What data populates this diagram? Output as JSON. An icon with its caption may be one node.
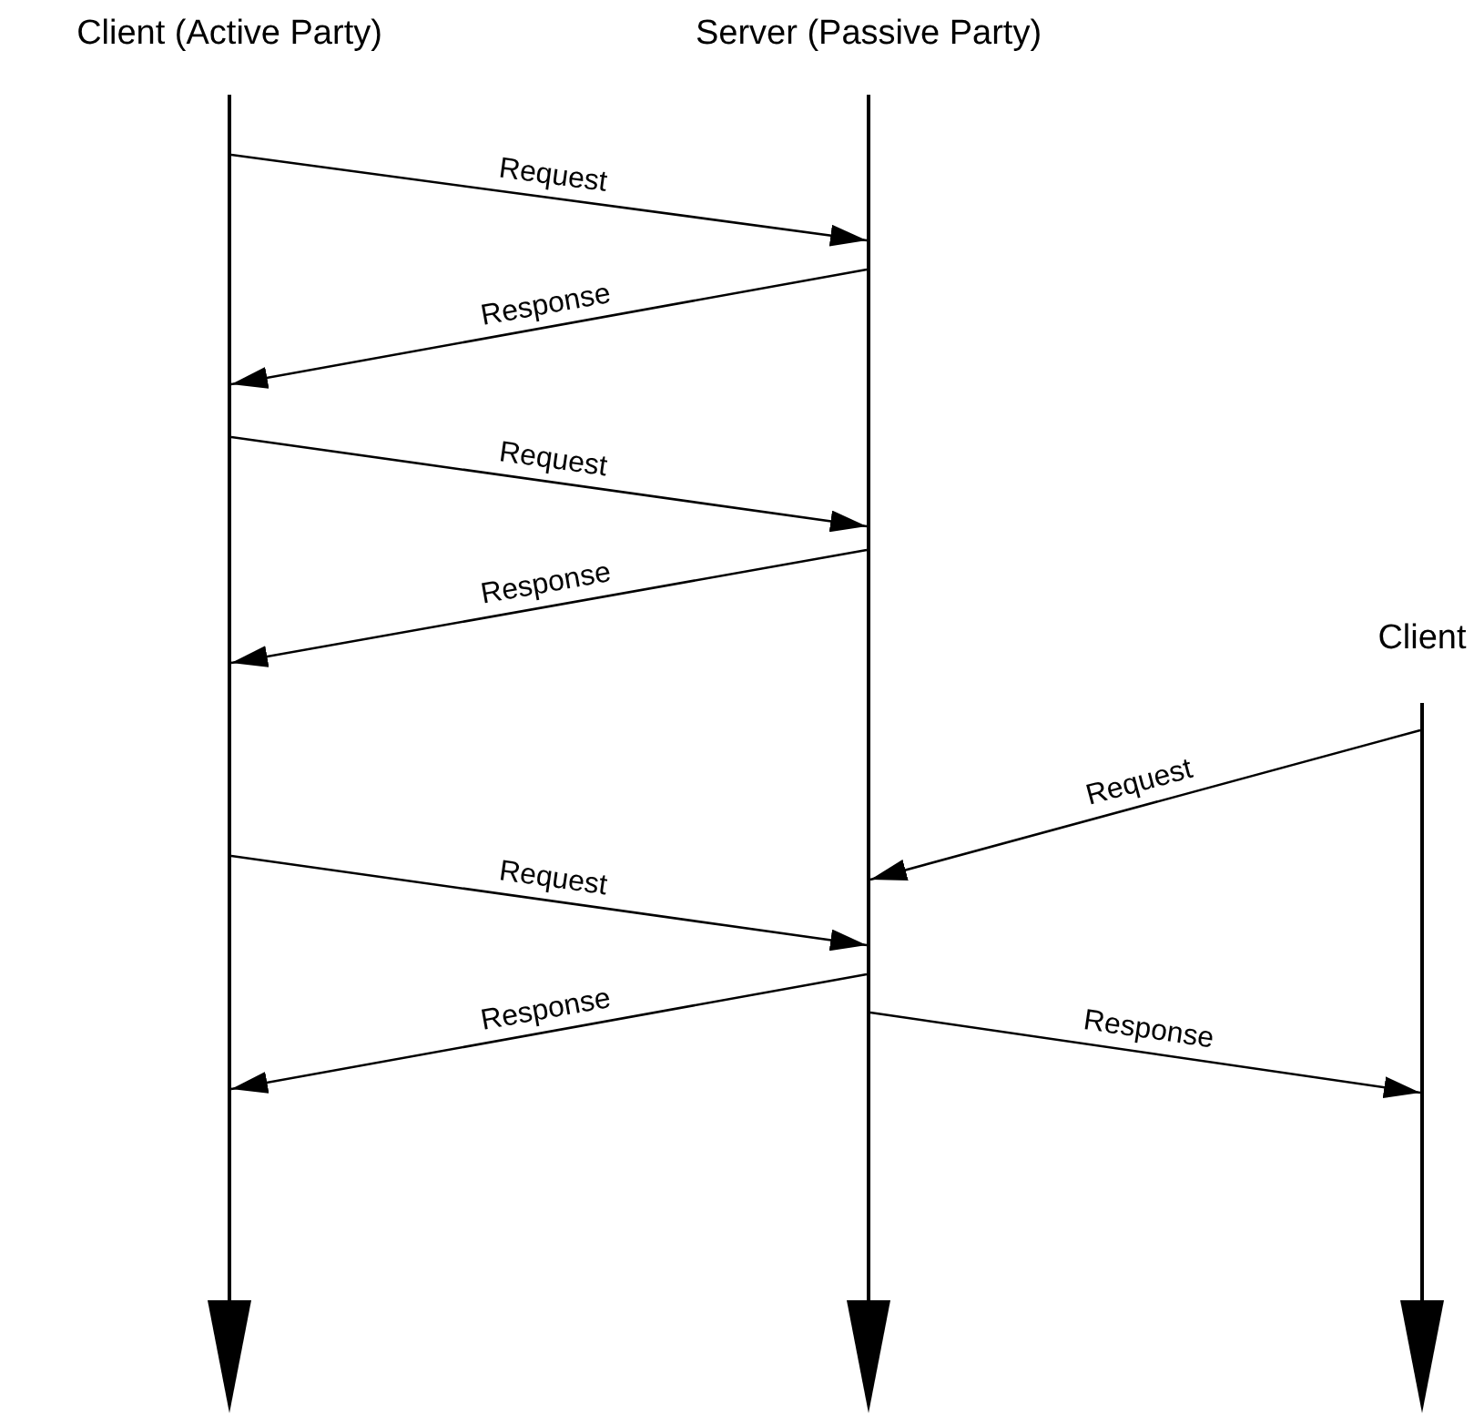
{
  "diagram": {
    "nodes": [
      {
        "text": [
          "Client (Active Party)"
        ]
      },
      {
        "text": [
          "Server (Passive Party)"
        ]
      },
      {
        "text": [
          "Client"
        ]
      }
    ],
    "edges": [
      {
        "from": 0,
        "to": 1,
        "arrow": "to",
        "label": "Request"
      },
      {
        "from": 1,
        "to": 0,
        "arrow": "to",
        "label": "Response"
      },
      {
        "from": 0,
        "to": 1,
        "arrow": "to",
        "label": "Request"
      },
      {
        "from": 1,
        "to": 0,
        "arrow": "to",
        "label": "Response"
      },
      {
        "from": 2,
        "to": 1,
        "arrow": "to",
        "label": "Request"
      },
      {
        "from": 0,
        "to": 1,
        "arrow": "to",
        "label": "Request"
      },
      {
        "from": 1,
        "to": 0,
        "arrow": "to",
        "label": "Response"
      },
      {
        "from": 1,
        "to": 2,
        "arrow": "to",
        "label": "Response"
      }
    ]
  }
}
